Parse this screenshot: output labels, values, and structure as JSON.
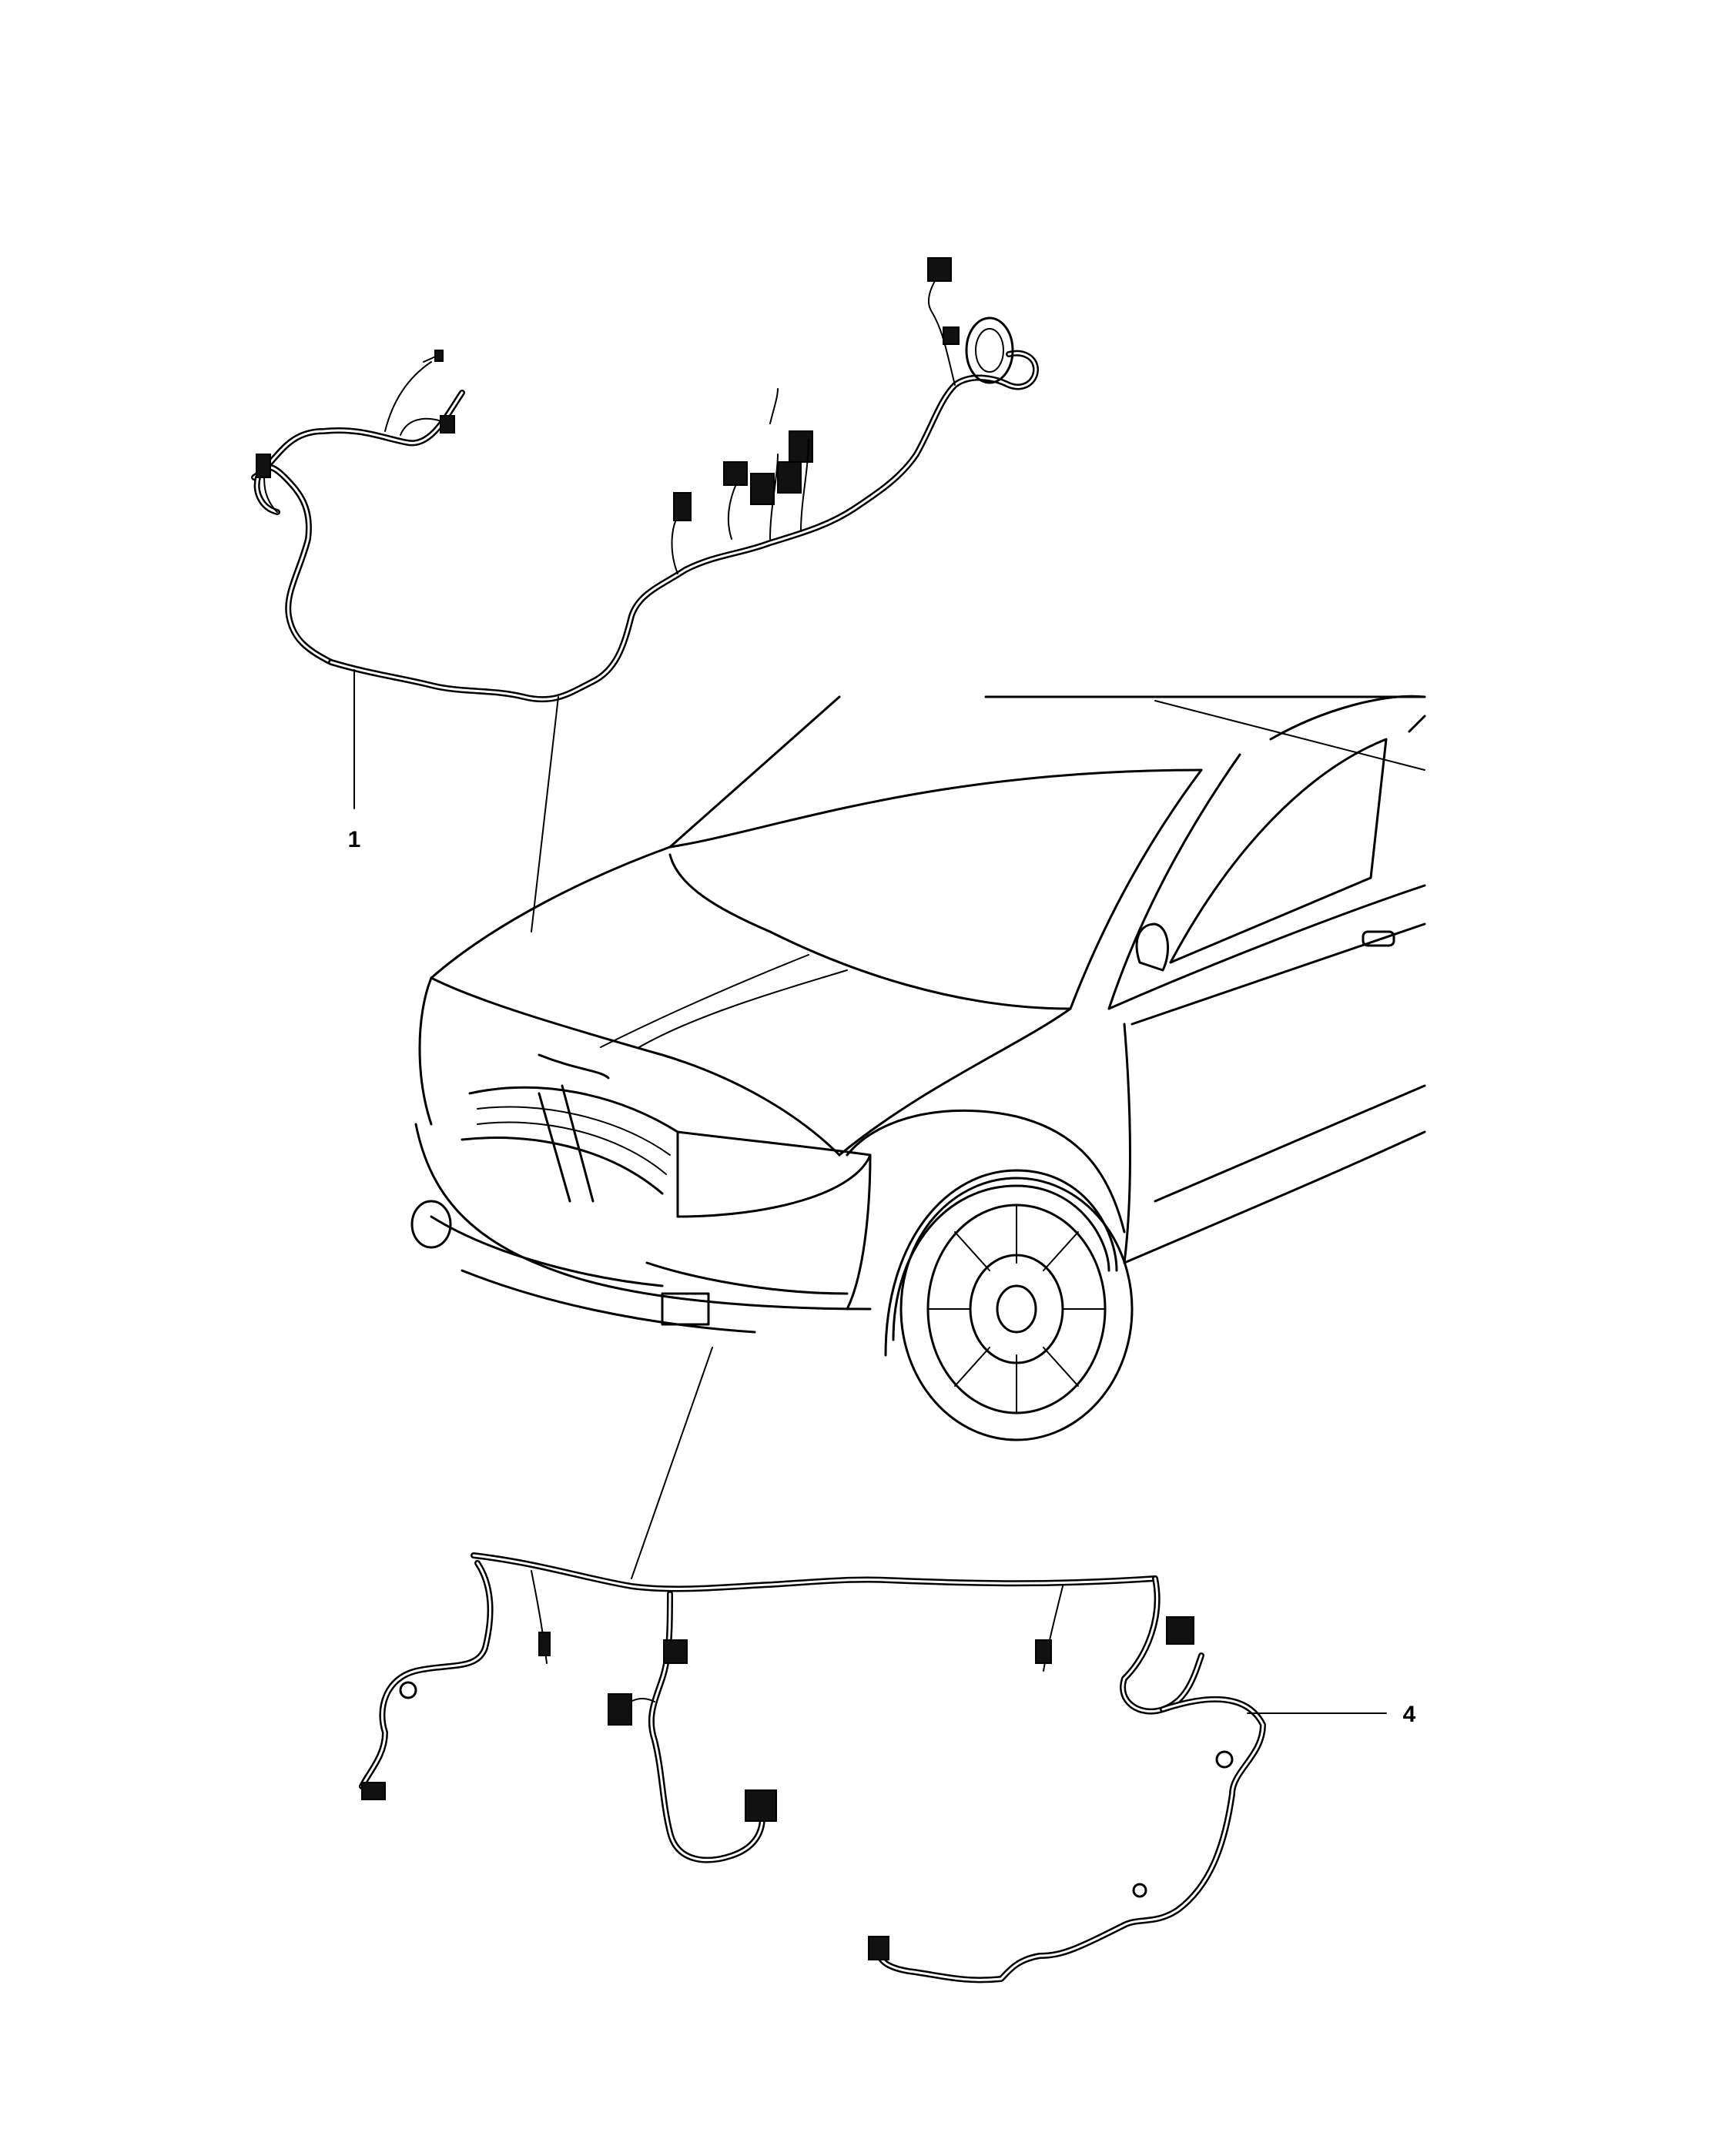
{
  "callouts": [
    {
      "id": "1",
      "label": "1"
    },
    {
      "id": "4",
      "label": "4"
    }
  ],
  "colors": {
    "line": "#000000",
    "background": "#ffffff"
  }
}
